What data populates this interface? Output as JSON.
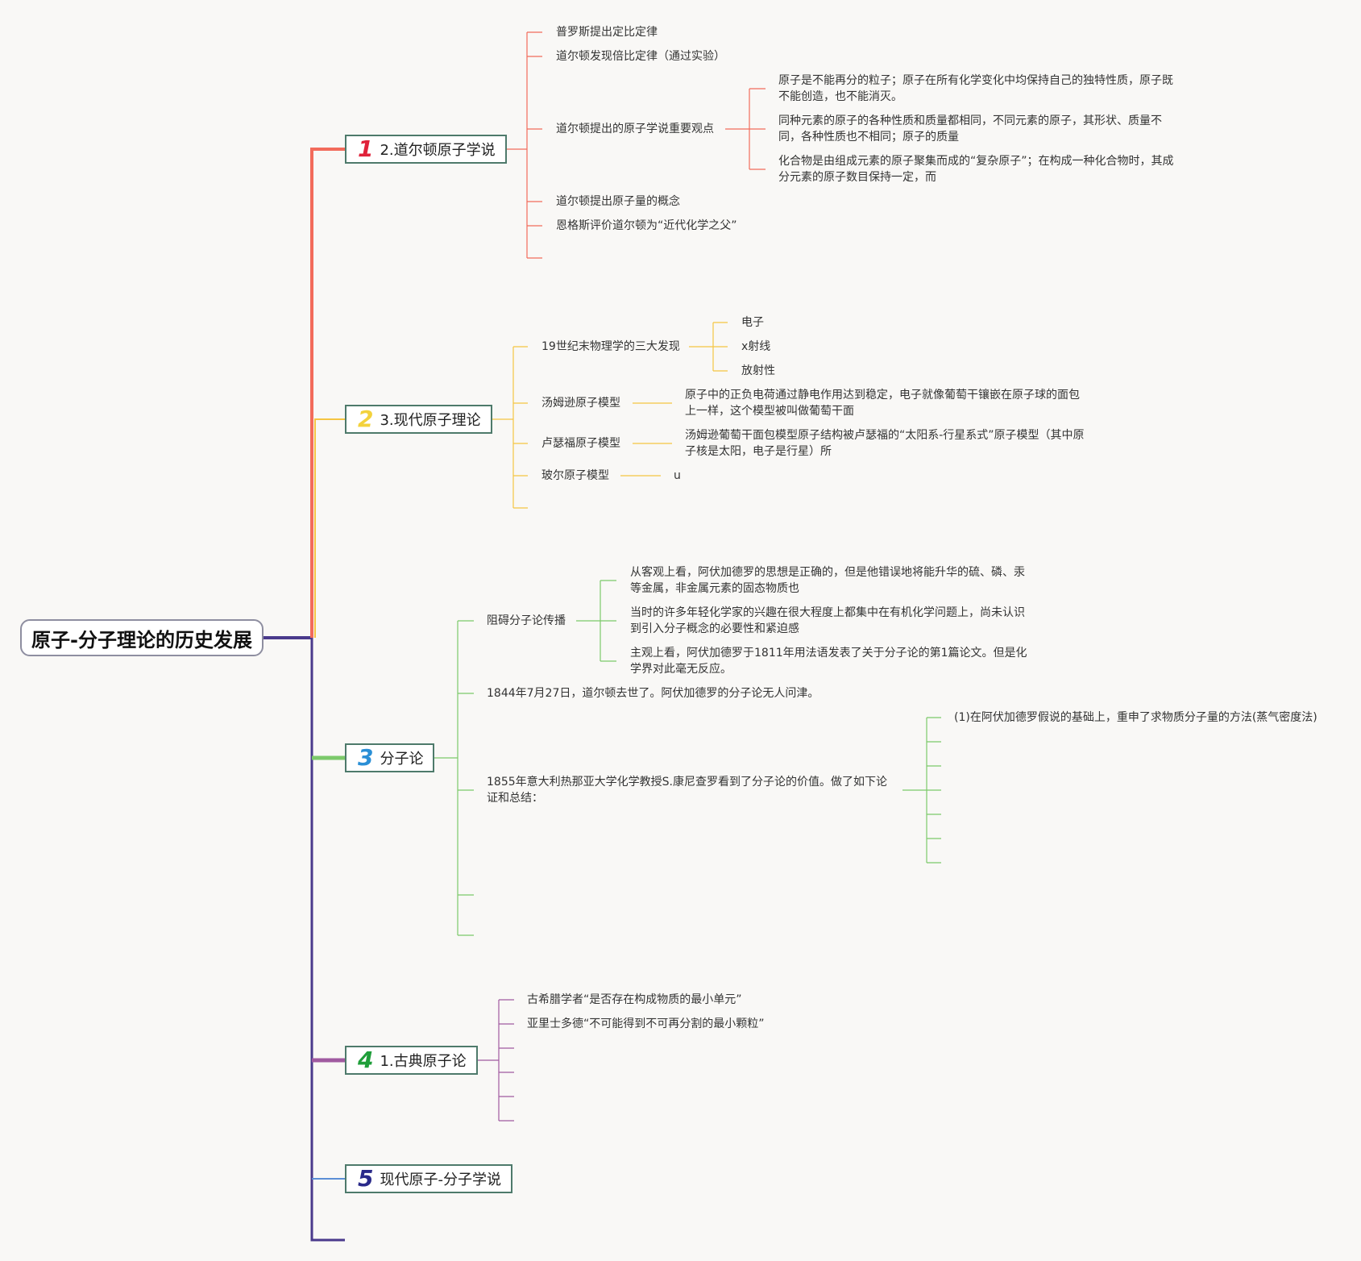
{
  "root": {
    "title": "原子-分子理论的历史发展"
  },
  "colors": {
    "branch1": "#f26b5b",
    "branch2": "#f5c542",
    "branch3": "#7cc96a",
    "branch4": "#a05aa0",
    "branch5": "#5b8fd6",
    "trunk": "#4a3a8c",
    "node_border": "#4e7a6b"
  },
  "branches": [
    {
      "num": "1",
      "num_color": "#e0223a",
      "label": "2.道尔顿原子学说",
      "items": [
        "普罗斯提出定比定律",
        "道尔顿发现倍比定律（通过实验）",
        "道尔顿提出的原子学说重要观点",
        "道尔顿提出原子量的概念",
        "恩格斯评价道尔顿为“近代化学之父”"
      ],
      "sub": [
        "原子是不能再分的粒子；原子在所有化学变化中均保持自己的独特性质，原子既不能创造，也不能消灭。",
        "同种元素的原子的各种性质和质量都相同，不同元素的原子，其形状、质量不同，各种性质也不相同；原子的质量",
        "化合物是由组成元素的原子聚集而成的“复杂原子”；在构成一种化合物时，其成分元素的原子数目保持一定，而"
      ]
    },
    {
      "num": "2",
      "num_color": "#f3d23c",
      "label": "3.现代原子理论",
      "items": [
        "19世纪末物理学的三大发现",
        "汤姆逊原子模型",
        "卢瑟福原子模型",
        "玻尔原子模型"
      ],
      "discoveries": [
        "电子",
        "x射线",
        "放射性"
      ],
      "details": [
        "原子中的正负电荷通过静电作用达到稳定，电子就像葡萄干镶嵌在原子球的面包上一样，这个模型被叫做葡萄干面",
        "汤姆逊葡萄干面包模型原子结构被卢瑟福的“太阳系-行星系式”原子模型（其中原子核是太阳，电子是行星）所",
        "u"
      ]
    },
    {
      "num": "3",
      "num_color": "#2a8fd6",
      "label": "分子论",
      "items": [
        "阻碍分子论传播",
        "1844年7月27日，道尔顿去世了。阿伏加德罗的分子论无人问津。",
        "1855年意大利热那亚大学化学教授S.康尼查罗看到了分子论的价值。做了如下论证和总结："
      ],
      "obstacles": [
        "从客观上看，阿伏加德罗的思想是正确的，但是他错误地将能升华的硫、磷、汞等金属，非金属元素的固态物质也",
        "当时的许多年轻化学家的兴趣在很大程度上都集中在有机化学问题上，尚未认识到引入分子概念的必要性和紧迫感",
        "主观上看，阿伏加德罗于1811年用法语发表了关于分子论的第1篇论文。但是化学界对此毫无反应。"
      ],
      "conclusions": [
        "(1)在阿伏加德罗假说的基础上，重申了求物质分子量的方法(蒸气密度法)"
      ]
    },
    {
      "num": "4",
      "num_color": "#1f9e3a",
      "label": "1.古典原子论",
      "items": [
        "古希腊学者“是否存在构成物质的最小单元”",
        "亚里士多德“不可能得到不可再分割的最小颗粒”"
      ]
    },
    {
      "num": "5",
      "num_color": "#2a2a8a",
      "label": "现代原子-分子学说",
      "items": []
    }
  ]
}
